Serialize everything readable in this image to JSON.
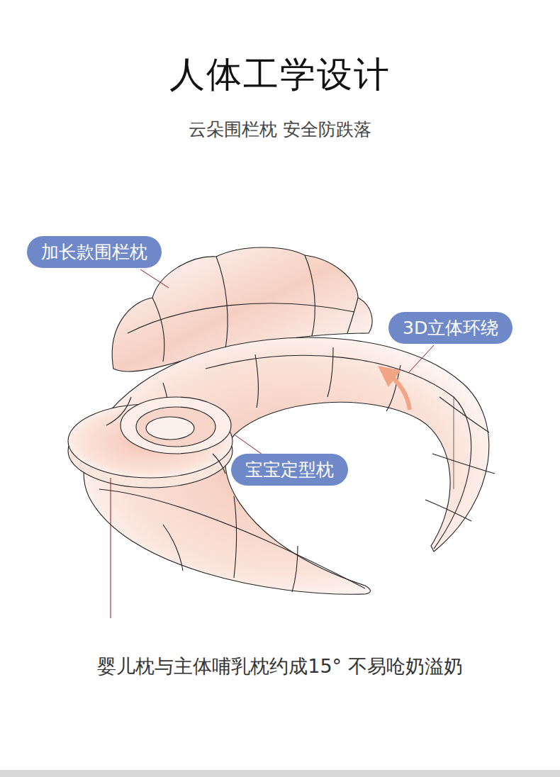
{
  "diagram": {
    "title": "人体工学设计",
    "caption": "婴儿枕与主体哺乳枕约成15° 不易呛奶溢奶",
    "nodes": [
      {
        "text": [
          "加长款围栏枕"
        ]
      },
      {
        "text": [
          "3D立体环绕"
        ]
      },
      {
        "text": [
          "宝宝定型枕"
        ]
      }
    ],
    "edges": [],
    "labels": [
      "云朵围栏枕 安全防跌落"
    ]
  }
}
